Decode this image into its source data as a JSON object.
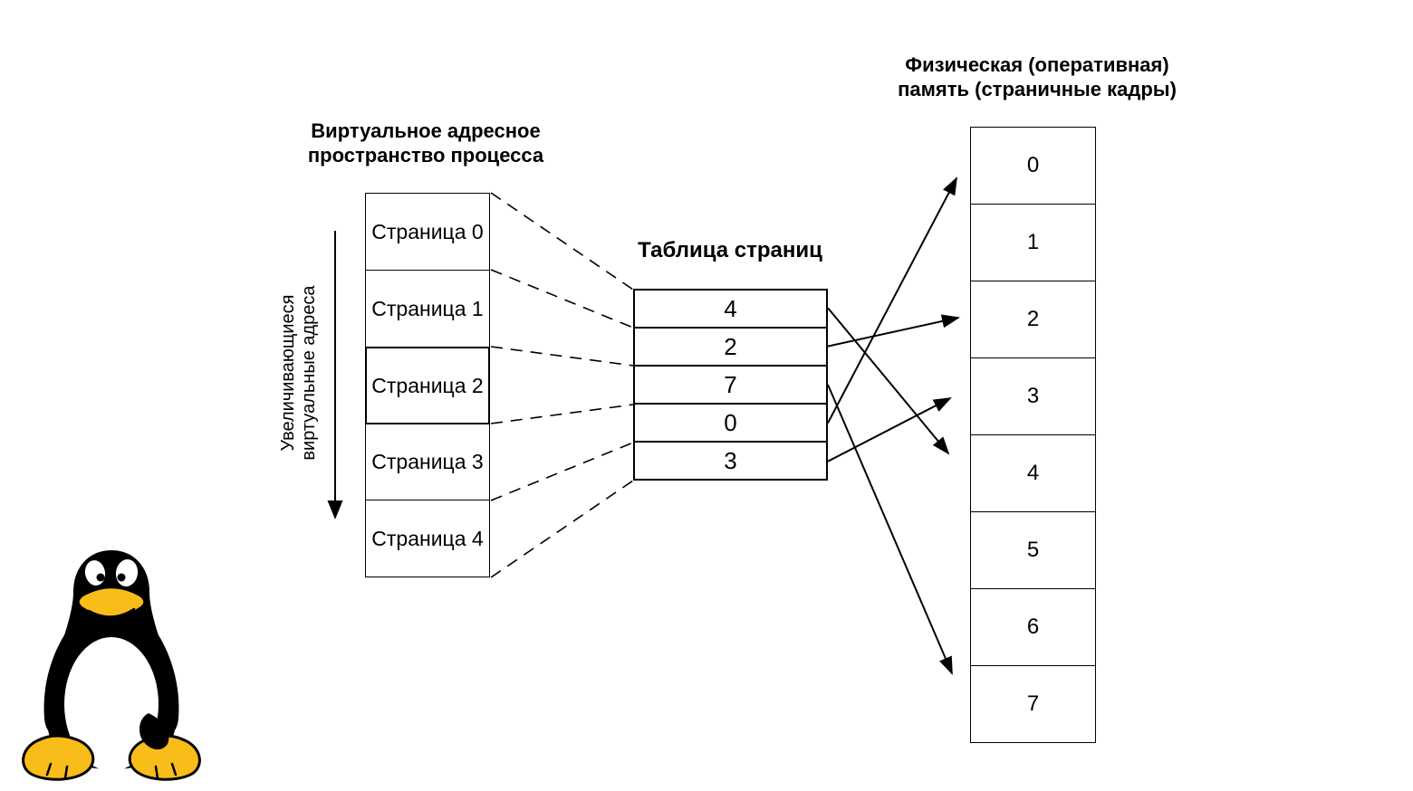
{
  "diagram": {
    "virtual_space": {
      "title_line1": "Виртуальное адресное",
      "title_line2": "пространство процесса",
      "axis_label_line1": "Увеличивающиеся",
      "axis_label_line2": "виртуальные адреса",
      "pages": [
        {
          "label": "Страница 0"
        },
        {
          "label": "Страница 1"
        },
        {
          "label": "Страница 2"
        },
        {
          "label": "Страница 3"
        },
        {
          "label": "Страница 4"
        }
      ],
      "highlighted_page_index": 2
    },
    "page_table": {
      "title": "Таблица страниц",
      "entries": [
        "4",
        "2",
        "7",
        "0",
        "3"
      ]
    },
    "physical_memory": {
      "title_line1": "Физическая (оперативная)",
      "title_line2": "память (страничные кадры)",
      "frames": [
        "0",
        "1",
        "2",
        "3",
        "4",
        "5",
        "6",
        "7"
      ]
    },
    "mappings": [
      {
        "page_table_row": 0,
        "frame": 4
      },
      {
        "page_table_row": 1,
        "frame": 2
      },
      {
        "page_table_row": 2,
        "frame": 7
      },
      {
        "page_table_row": 3,
        "frame": 0
      },
      {
        "page_table_row": 4,
        "frame": 3
      }
    ],
    "logo": {
      "name": "tux-linux-penguin"
    },
    "colors": {
      "line": "#000000",
      "background": "#ffffff",
      "tux_yellow": "#F8BD19",
      "tux_black": "#000000"
    }
  }
}
